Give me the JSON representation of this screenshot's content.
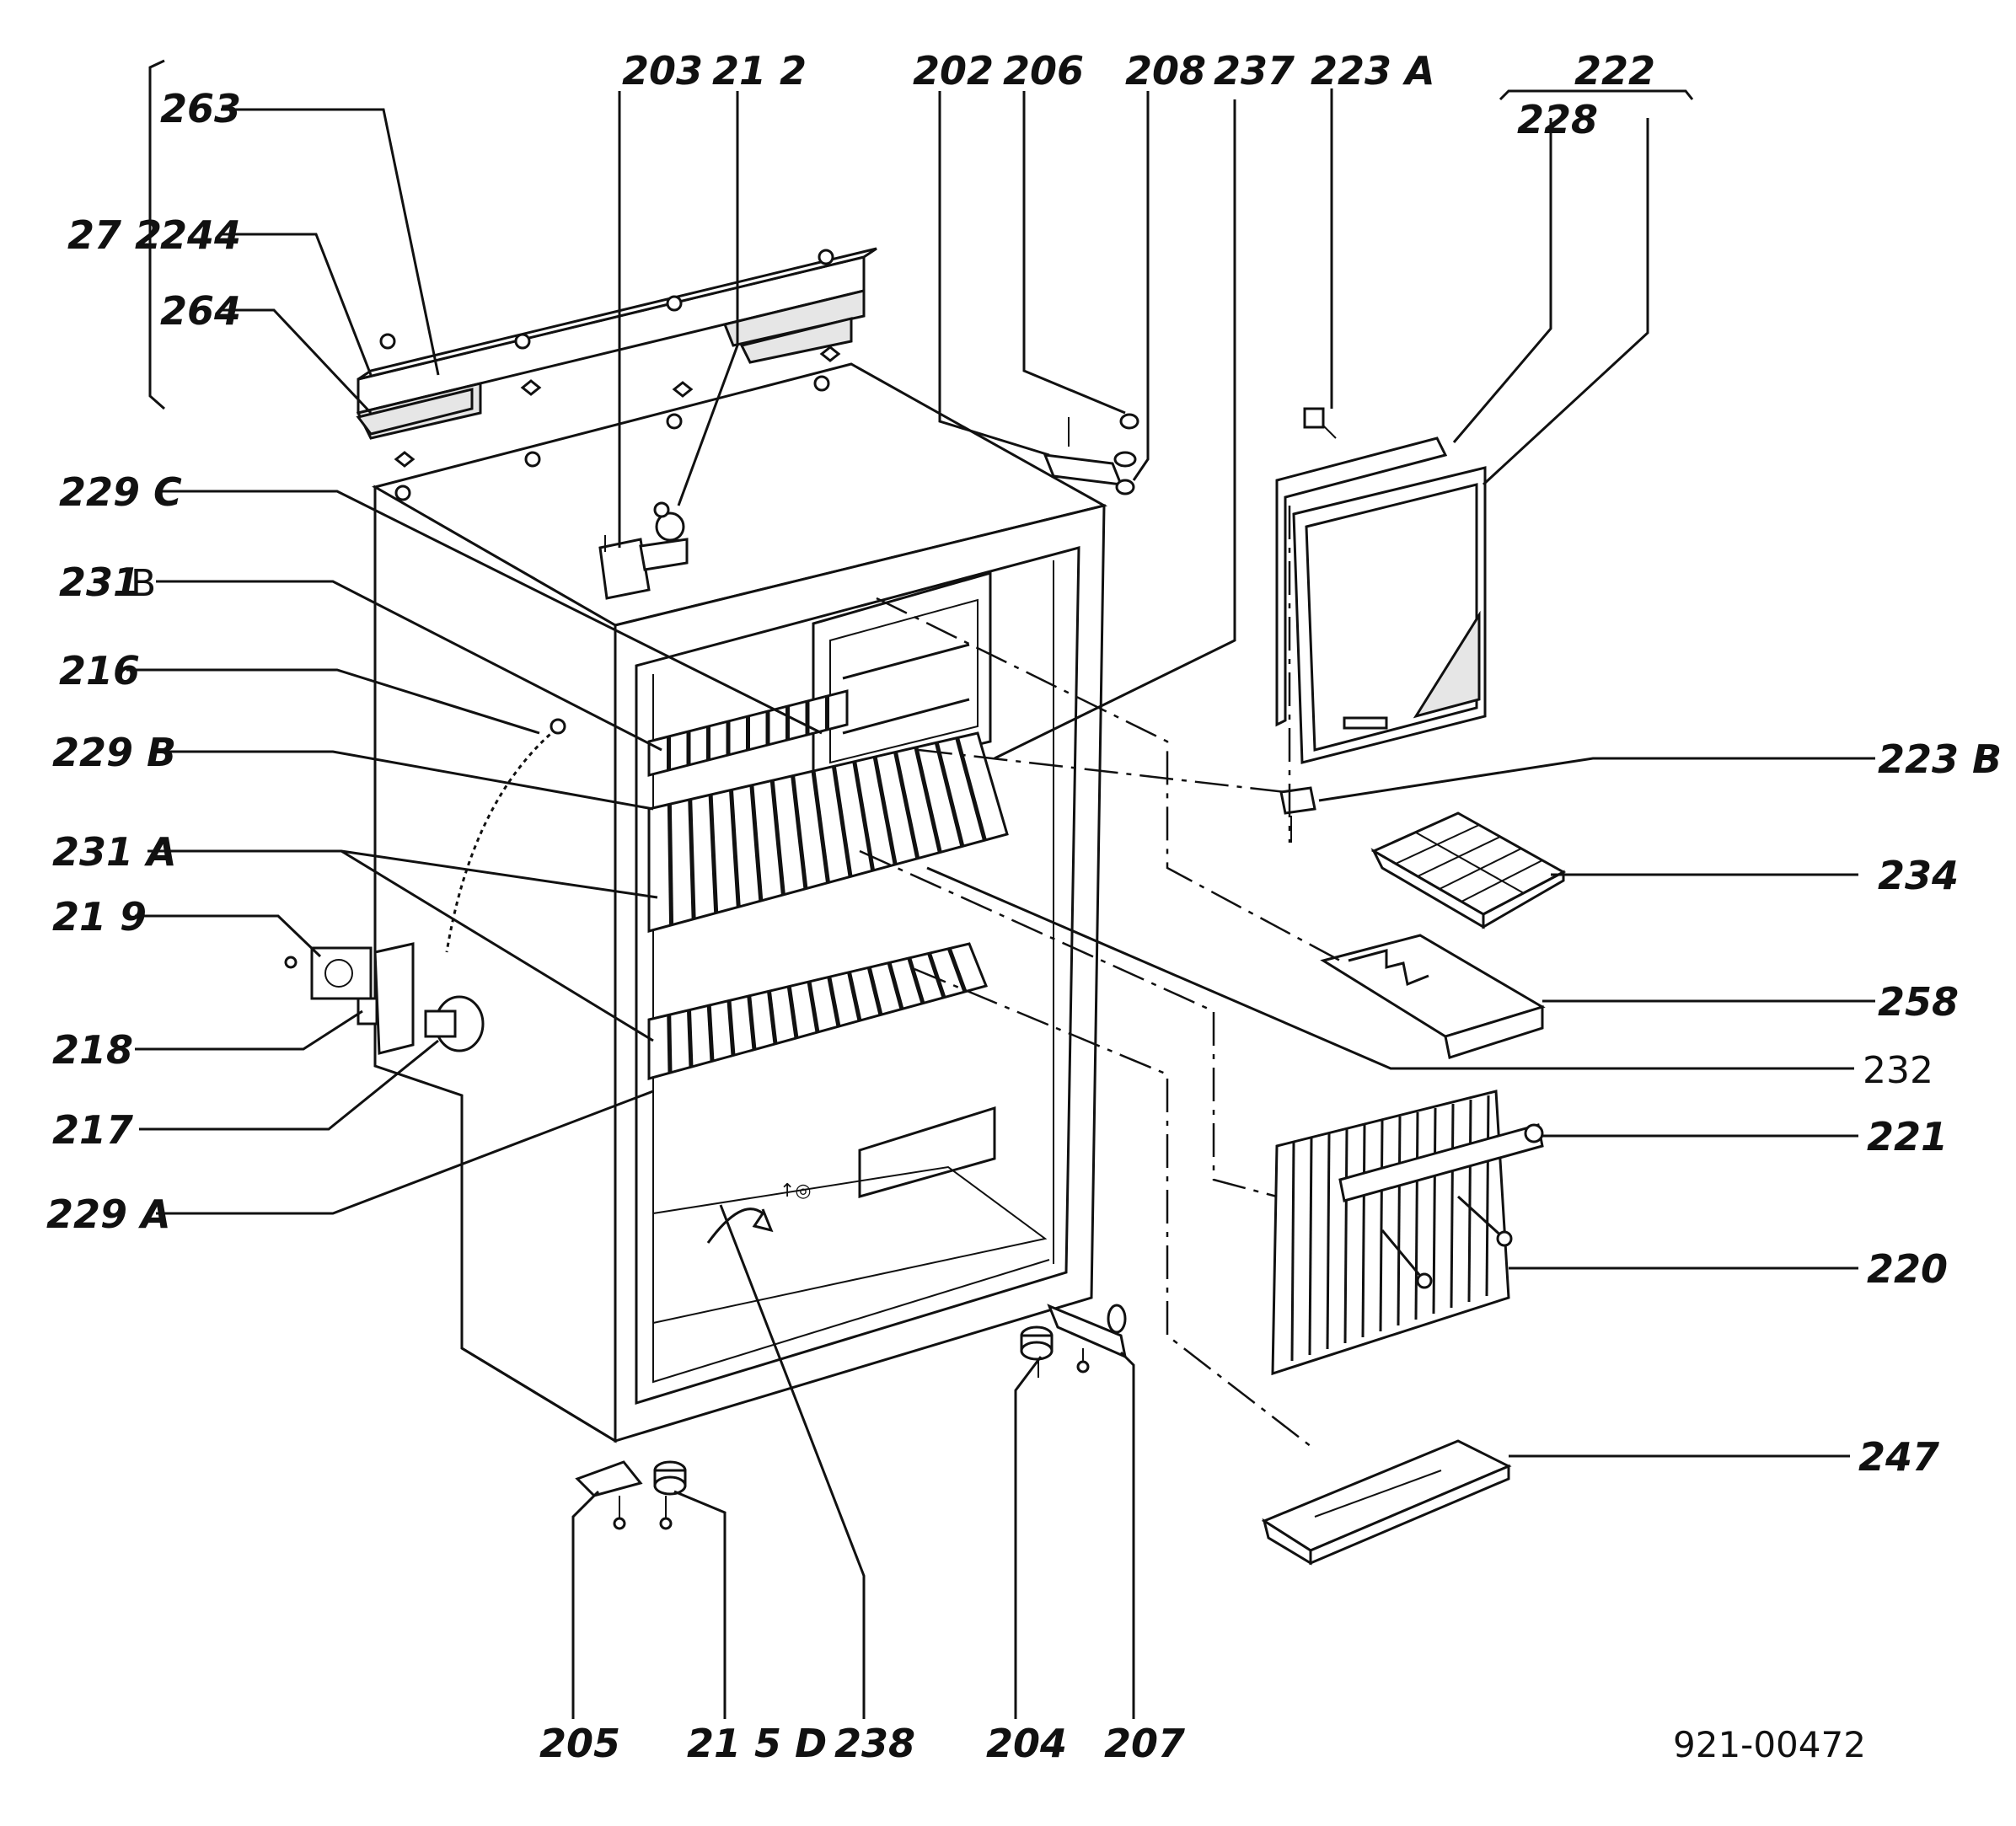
{
  "labels": {
    "l263": "263",
    "l272": "27 2",
    "l244": "244",
    "l264": "264",
    "l229c": "229 C",
    "l231b": "231",
    "l231b_letter": "B",
    "l216": "216",
    "l229b": "229 B",
    "l231a": "231 A",
    "l219": "21 9",
    "l218": "218",
    "l217": "217",
    "l229a": "229 A",
    "l203": "203",
    "l212": "21 2",
    "l202": "202",
    "l206": "206",
    "l208": "208",
    "l237": "237",
    "l223a": "223 A",
    "l222": "222",
    "l228": "228",
    "l223b": "223 B",
    "l234": "234",
    "l258": "258",
    "l232": "232",
    "l221": "221",
    "l220": "220",
    "l247": "247",
    "l205": "205",
    "l215d": "21 5 D",
    "l238": "238",
    "l204": "204",
    "l207": "207"
  },
  "drawing_number": "921-00472"
}
